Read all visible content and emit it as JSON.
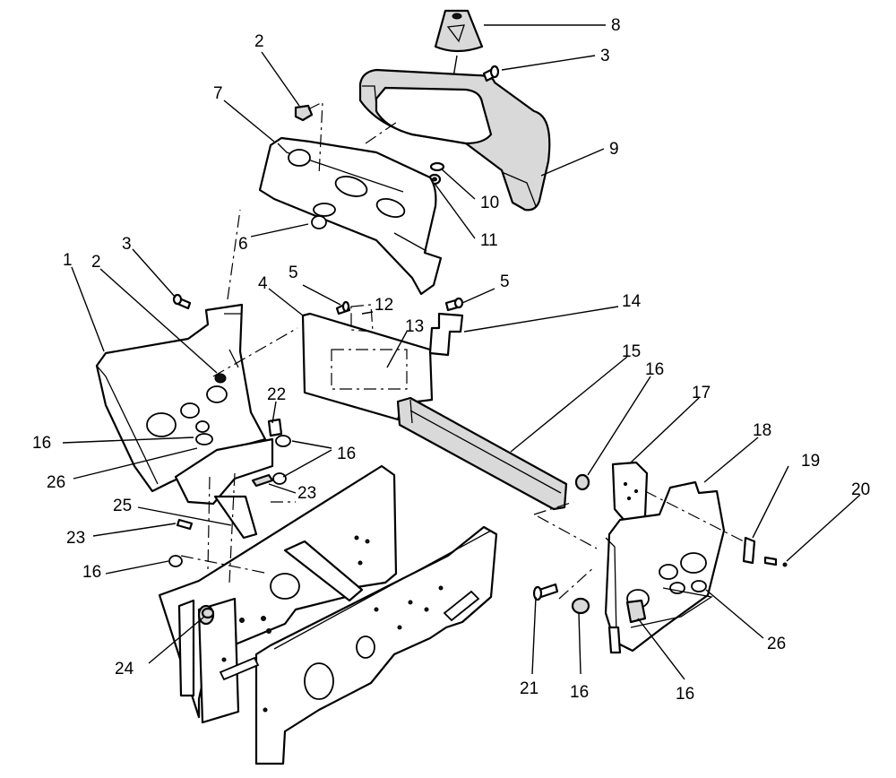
{
  "callouts": {
    "c8": "8",
    "c3a": "3",
    "c2a": "2",
    "c7": "7",
    "c9": "9",
    "c10": "10",
    "c11": "11",
    "c6": "6",
    "c3b": "3",
    "c1": "1",
    "c2b": "2",
    "c5a": "5",
    "c5b": "5",
    "c4": "4",
    "c12": "12",
    "c13": "13",
    "c14": "14",
    "c15": "15",
    "c16a": "16",
    "c17": "17",
    "c18": "18",
    "c19": "19",
    "c20": "20",
    "c22": "22",
    "c16b": "16",
    "c16c": "16",
    "c26a": "26",
    "c23a": "23",
    "c25": "25",
    "c23b": "23",
    "c16d": "16",
    "c24": "24",
    "c21": "21",
    "c16e": "16",
    "c16f": "16",
    "c26b": "26"
  }
}
